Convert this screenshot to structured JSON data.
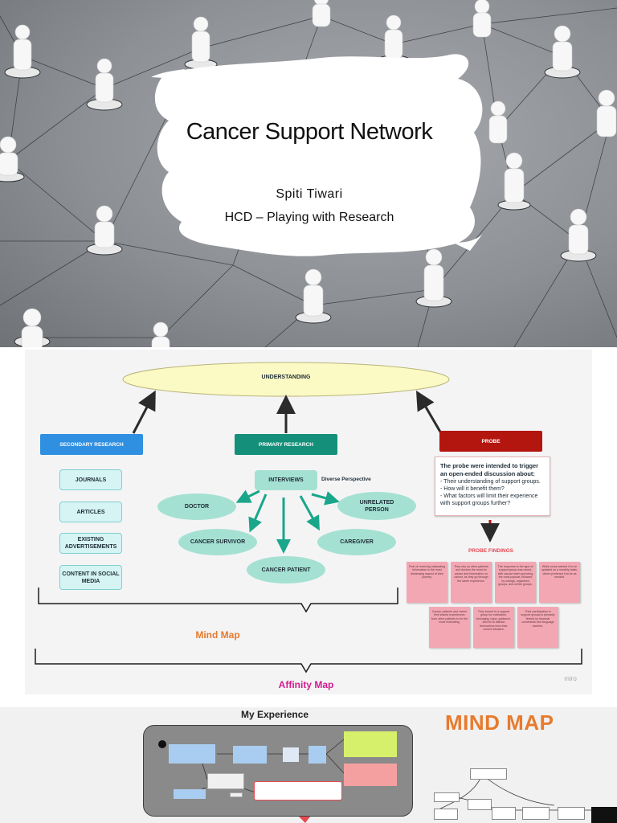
{
  "slide1": {
    "title": "Cancer Support Network",
    "author": "Spiti  Tiwari",
    "course": "HCD – Playing with Research"
  },
  "slide2": {
    "understanding": "UNDERSTANDING",
    "secondary_research": {
      "label": "SECONDARY RESEARCH",
      "items": [
        "JOURNALS",
        "ARTICLES",
        "EXISTING ADVERTISEMENTS",
        "CONTENT IN SOCIAL MEDIA"
      ]
    },
    "primary_research": {
      "label": "PRIMARY RESEARCH",
      "interviews": "INTERVIEWS",
      "diverse": "Diverse Perspective",
      "nodes": [
        "DOCTOR",
        "UNRELATED PERSON",
        "CANCER SURVIVOR",
        "CAREGIVER",
        "CANCER PATIENT"
      ]
    },
    "probe": {
      "label": "PROBE",
      "intro": "The probe were intended to trigger an open-ended discussion about:",
      "points": [
        "- Their understanding of support groups.",
        "- How will it benefit them?",
        "- What factors will limit their experience with support groups further?"
      ],
      "findings_label": "PROBE FINDINGS",
      "findings": [
        "Fear of receiving misleading information is the most distressing aspect of their journey.",
        "They rely on other patients and doctors the most for advice and information on cancer, as they go through the same experience.",
        "The response to the type of support group was mixed, with casual meet ups being the most popular, followed by outings, organized groups, and online groups.",
        "While some wanted it to be updated on a monthly basis, others preferred it to be as needed.",
        "Cancer patients and carers find shared experiences from other patients to be the most motivating.",
        "They turned to a support group for motivation, belonging, hope, guidance, and for to distract themselves from their current situation.",
        "Their participation in support groups is primarily limited by financial constraints and language barriers."
      ]
    },
    "mind_map_label": "Mind Map",
    "affinity_map_label": "Affinity Map",
    "watermark": "miro"
  },
  "slide3": {
    "title": "My Experience",
    "heading": "MIND MAP"
  },
  "colors": {
    "secondary": "#2f8fe0",
    "primary": "#14907a",
    "probe": "#b3150f",
    "mind_map": "#e77a2d",
    "affinity_map": "#d21c8f",
    "understanding_fill": "#fbf9c4"
  }
}
